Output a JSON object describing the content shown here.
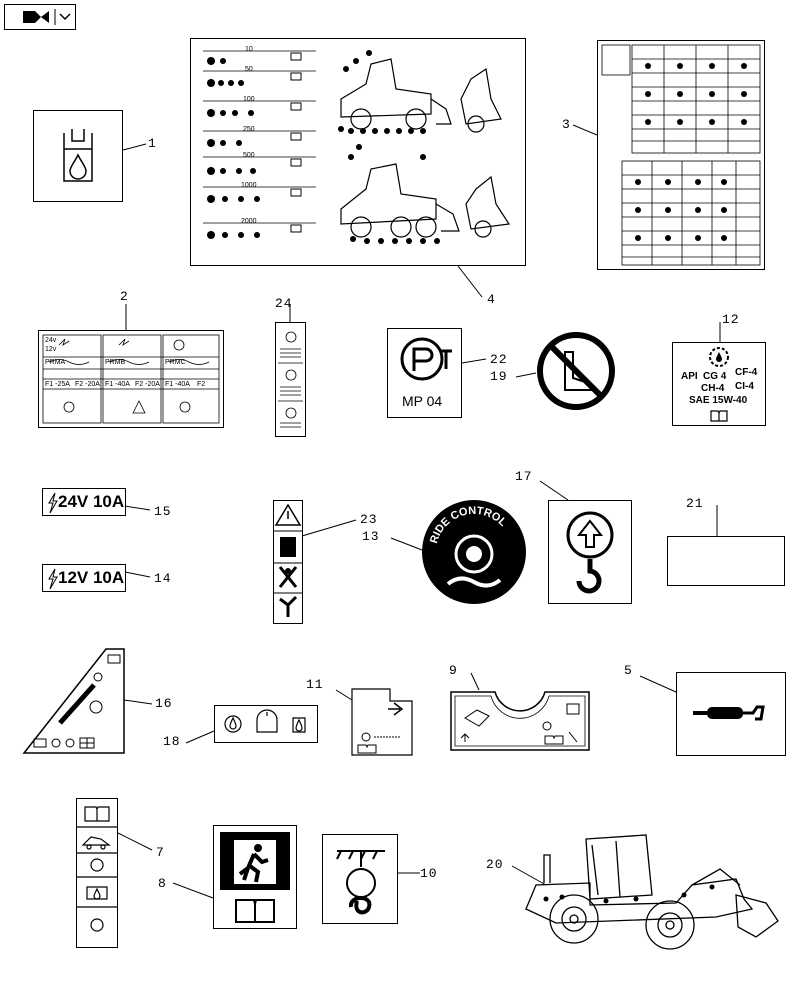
{
  "callouts": {
    "c1": "1",
    "c2": "2",
    "c3": "3",
    "c4": "4",
    "c5": "5",
    "c7": "7",
    "c8": "8",
    "c9": "9",
    "c10": "10",
    "c11": "11",
    "c12": "12",
    "c13": "13",
    "c14": "14",
    "c15": "15",
    "c16": "16",
    "c17": "17",
    "c18": "18",
    "c19": "19",
    "c20": "20",
    "c21": "21",
    "c22": "22",
    "c23": "23",
    "c24": "24"
  },
  "decal_4": {
    "intervals": [
      "10",
      "50",
      "100",
      "250",
      "500",
      "1000",
      "2000"
    ]
  },
  "decal_2": {
    "headers": [
      "PRMA",
      "PRMB",
      "PRMC"
    ],
    "fuses_a": [
      "F1 -25A",
      "F2 -20A"
    ],
    "fuses_b": [
      "F1 -40A",
      "F2 -20A"
    ],
    "fuses_c": [
      "F1 -40A",
      "F2"
    ],
    "volt_top": "24v",
    "volt_bottom": "12v"
  },
  "decal_22": {
    "text": "MP 04"
  },
  "decal_12": {
    "line1a": "API",
    "line1b": "CG 4",
    "line1c": "CF-4",
    "line2a": "CH-4",
    "line2b": "CI-4",
    "line3": "SAE 15W-40"
  },
  "decal_15": {
    "text": "24V 10A"
  },
  "decal_14": {
    "text": "12V 10A"
  },
  "decal_13": {
    "text": "RIDE CONTROL"
  },
  "icons": {
    "oil": "oil-drop-icon",
    "no_foot": "no-foot-icon",
    "lift_hook": "lift-hook-icon",
    "exit": "emergency-exit-icon",
    "book": "manual-book-icon",
    "muffler": "muffler-icon"
  }
}
